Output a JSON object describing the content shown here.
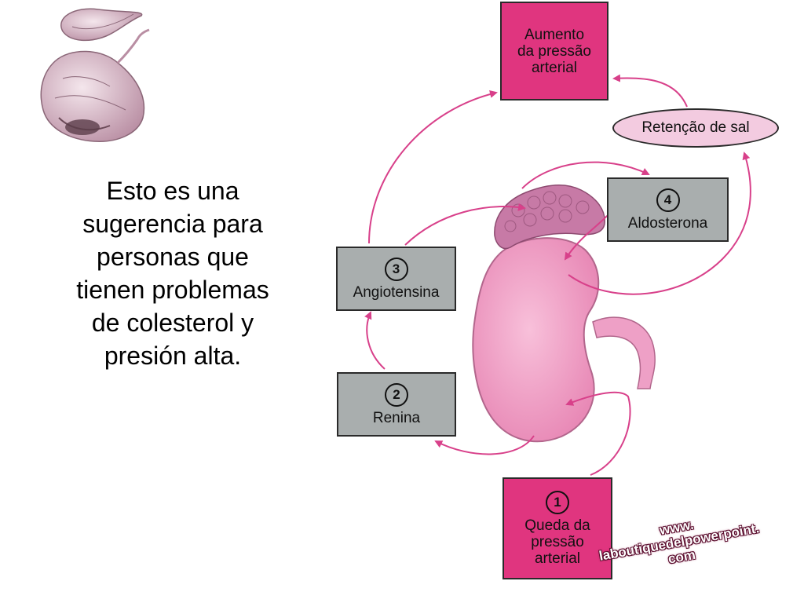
{
  "main_text": {
    "lines": [
      "Esto es una",
      "sugerencia  para",
      "personas que",
      "tienen  problemas",
      "de colesterol y",
      "presión alta."
    ]
  },
  "diagram": {
    "top_box": {
      "lines": [
        "Aumento",
        "da pressão",
        "arterial"
      ]
    },
    "salt_retention": "Retenção de sal",
    "aldosterone": {
      "number": "4",
      "label": "Aldosterona"
    },
    "angiotensin": {
      "number": "3",
      "label": "Angiotensina"
    },
    "renin": {
      "number": "2",
      "label": "Renina"
    },
    "bottom_box": {
      "number": "1",
      "lines": [
        "Queda da",
        "pressão",
        "arterial"
      ]
    }
  },
  "watermark": {
    "lines": [
      "www.",
      "laboutiquedelpowerpoint.",
      "com"
    ]
  },
  "colors": {
    "box_pink": "#e0357f",
    "box_gray": "#a9aeae",
    "arrow": "#d8408a",
    "kidney": "#f2a0c6",
    "adrenal": "#c77aa6",
    "garlic": "#d9b8c6"
  },
  "icons": [
    "garlic-illustration",
    "kidney-illustration",
    "adrenal-gland-illustration"
  ]
}
